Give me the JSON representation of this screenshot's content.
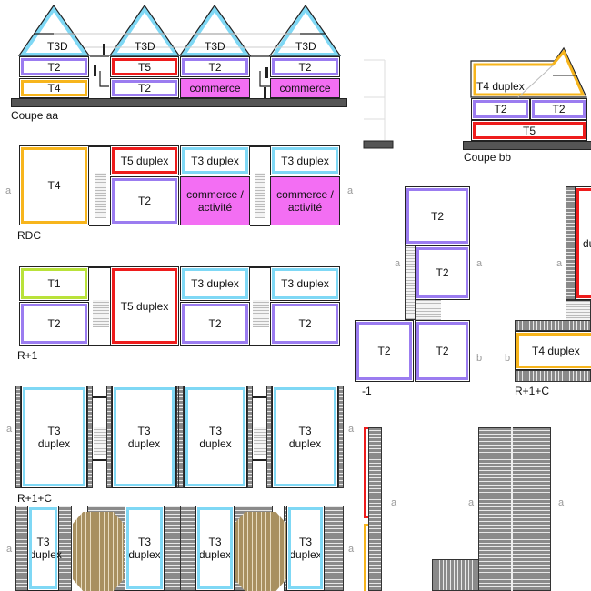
{
  "colors": {
    "T2": "#9b7cf0",
    "T3": "#7fd8f5",
    "T4": "#f7b51c",
    "T5": "#ee1c1c",
    "T1": "#b9e23a",
    "commerce": "#f36ef3",
    "wood": "#a89060"
  },
  "coupe_aa": {
    "title": "Coupe aa",
    "roof": [
      "T3D",
      "T3D",
      "T3D",
      "T3D"
    ],
    "floor1": [
      "T2",
      "T5",
      "T2",
      "T2"
    ],
    "ground": [
      "T4",
      "T2",
      "commerce",
      "commerce"
    ]
  },
  "coupe_bb": {
    "title": "Coupe bb",
    "top": "T4 duplex",
    "mid": [
      "T2",
      "T2"
    ],
    "bottom": "T5"
  },
  "rdc": {
    "title": "RDC",
    "units": [
      "T4",
      "T5 duplex",
      "T2",
      "T3 duplex",
      "commerce / activité",
      "T3 duplex",
      "commerce / activité"
    ]
  },
  "r1": {
    "title": "R+1",
    "units": [
      "T1",
      "T2",
      "T5 duplex",
      "T3 duplex",
      "T2",
      "T3 duplex",
      "T2"
    ]
  },
  "r1c": {
    "title": "R+1+C",
    "units": [
      "T3 duplex",
      "T3 duplex",
      "T3 duplex",
      "T3 duplex"
    ]
  },
  "roof": {
    "units": [
      "T3 duplex",
      "T3 duplex",
      "T3 duplex",
      "T3 duplex"
    ]
  },
  "plan_b_r1": {
    "title": "-1",
    "units": [
      "T2",
      "T2",
      "T2",
      "T2"
    ]
  },
  "plan_b_r1c": {
    "title": "R+1+C",
    "units": [
      "du",
      "T4 duplex"
    ]
  },
  "markers": {
    "a": "a",
    "b": "b"
  }
}
